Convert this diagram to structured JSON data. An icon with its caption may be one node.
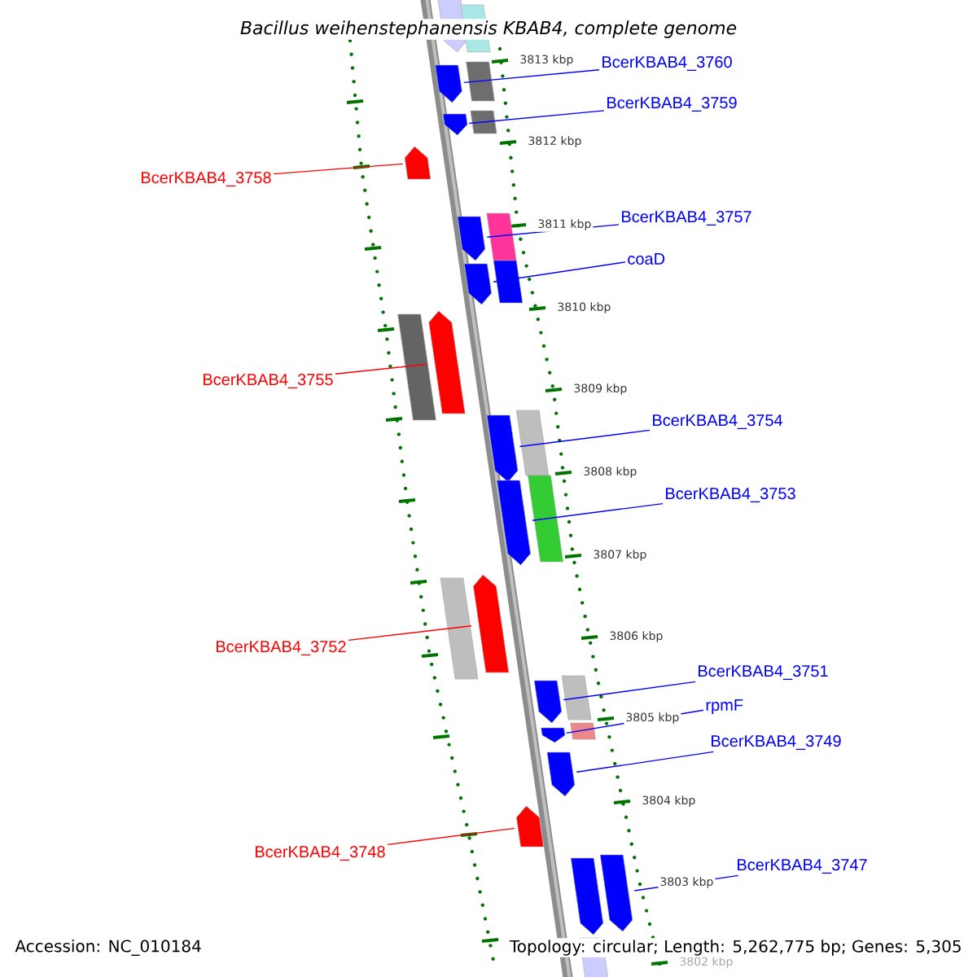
{
  "diagram": {
    "title": "Bacillus weihenstephanensis KBAB4, complete genome",
    "nodes": [
      {
        "text": [
          "BcerKBAB4_3760"
        ]
      },
      {
        "text": [],
        "shape": "bar"
      },
      {
        "text": [
          "BcerKBAB4_3759"
        ]
      },
      {
        "text": [],
        "shape": "bar"
      },
      {
        "text": [
          "BcerKBAB4_3758"
        ]
      },
      {
        "text": [],
        "shape": "bar"
      },
      {
        "text": [
          "BcerKBAB4_3757"
        ]
      },
      {
        "text": [],
        "shape": "bar"
      },
      {
        "text": [
          "coaD"
        ]
      },
      {
        "text": [],
        "shape": "bar"
      },
      {
        "text": [
          "BcerKBAB4_3755"
        ]
      },
      {
        "text": [],
        "shape": "bar"
      },
      {
        "text": [
          "BcerKBAB4_3754"
        ]
      },
      {
        "text": [],
        "shape": "bar"
      },
      {
        "text": [
          "BcerKBAB4_3753"
        ]
      },
      {
        "text": [],
        "shape": "bar"
      },
      {
        "text": [
          "BcerKBAB4_3752"
        ]
      },
      {
        "text": [],
        "shape": "bar"
      },
      {
        "text": [
          "BcerKBAB4_3751"
        ]
      },
      {
        "text": [],
        "shape": "bar"
      },
      {
        "text": [
          "rpmF"
        ]
      },
      {
        "text": [],
        "shape": "bar"
      },
      {
        "text": [
          "BcerKBAB4_3749"
        ]
      },
      {
        "text": [],
        "shape": "bar"
      },
      {
        "text": [
          "BcerKBAB4_3748"
        ]
      },
      {
        "text": [],
        "shape": "bar"
      },
      {
        "text": [
          "BcerKBAB4_3747"
        ]
      },
      {
        "text": [],
        "shape": "bar"
      },
      {
        "text": [],
        "shape": "bar"
      },
      {
        "text": [],
        "shape": "bar"
      },
      {
        "text": [],
        "shape": "bar"
      },
      {
        "text": [],
        "shape": "bar"
      },
      {
        "text": [],
        "shape": "bar"
      },
      {
        "text": [],
        "shape": "bar"
      },
      {
        "text": [],
        "shape": "bar"
      },
      {
        "text": [],
        "shape": "bar"
      },
      {
        "text": [],
        "shape": "bar"
      },
      {
        "text": [],
        "shape": "bar"
      },
      {
        "text": [],
        "shape": "bar"
      },
      {
        "text": [],
        "shape": "bar"
      },
      {
        "text": [],
        "shape": "bar"
      },
      {
        "text": [],
        "shape": "bar"
      }
    ],
    "edges": [
      {
        "from": 0,
        "to": 1,
        "arrow": "none"
      },
      {
        "from": 2,
        "to": 3,
        "arrow": "none"
      },
      {
        "from": 4,
        "to": 5,
        "arrow": "none",
        "color": "#ff0000"
      },
      {
        "from": 6,
        "to": 7,
        "arrow": "none"
      },
      {
        "from": 8,
        "to": 9,
        "arrow": "none"
      },
      {
        "from": 10,
        "to": 11,
        "arrow": "none",
        "color": "#ff0000"
      },
      {
        "from": 12,
        "to": 13,
        "arrow": "none"
      },
      {
        "from": 14,
        "to": 15,
        "arrow": "none"
      },
      {
        "from": 16,
        "to": 17,
        "arrow": "none",
        "color": "#ff0000"
      },
      {
        "from": 18,
        "to": 19,
        "arrow": "none"
      },
      {
        "from": 20,
        "to": 21,
        "arrow": "none"
      },
      {
        "from": 22,
        "to": 23,
        "arrow": "none"
      },
      {
        "from": 24,
        "to": 25,
        "arrow": "none",
        "color": "#ff0000"
      },
      {
        "from": 26,
        "to": 27,
        "arrow": "none"
      }
    ],
    "labels": [
      "3813 kbp",
      "3812 kbp",
      "3811 kbp",
      "3810 kbp",
      "3809 kbp",
      "3808 kbp",
      "3807 kbp",
      "3806 kbp",
      "3805 kbp",
      "3804 kbp",
      "3803 kbp",
      "3802 kbp",
      "Accession: NC_010184",
      "Topology: circular; Length: 5,262,775 bp; Genes: 5,305"
    ]
  }
}
